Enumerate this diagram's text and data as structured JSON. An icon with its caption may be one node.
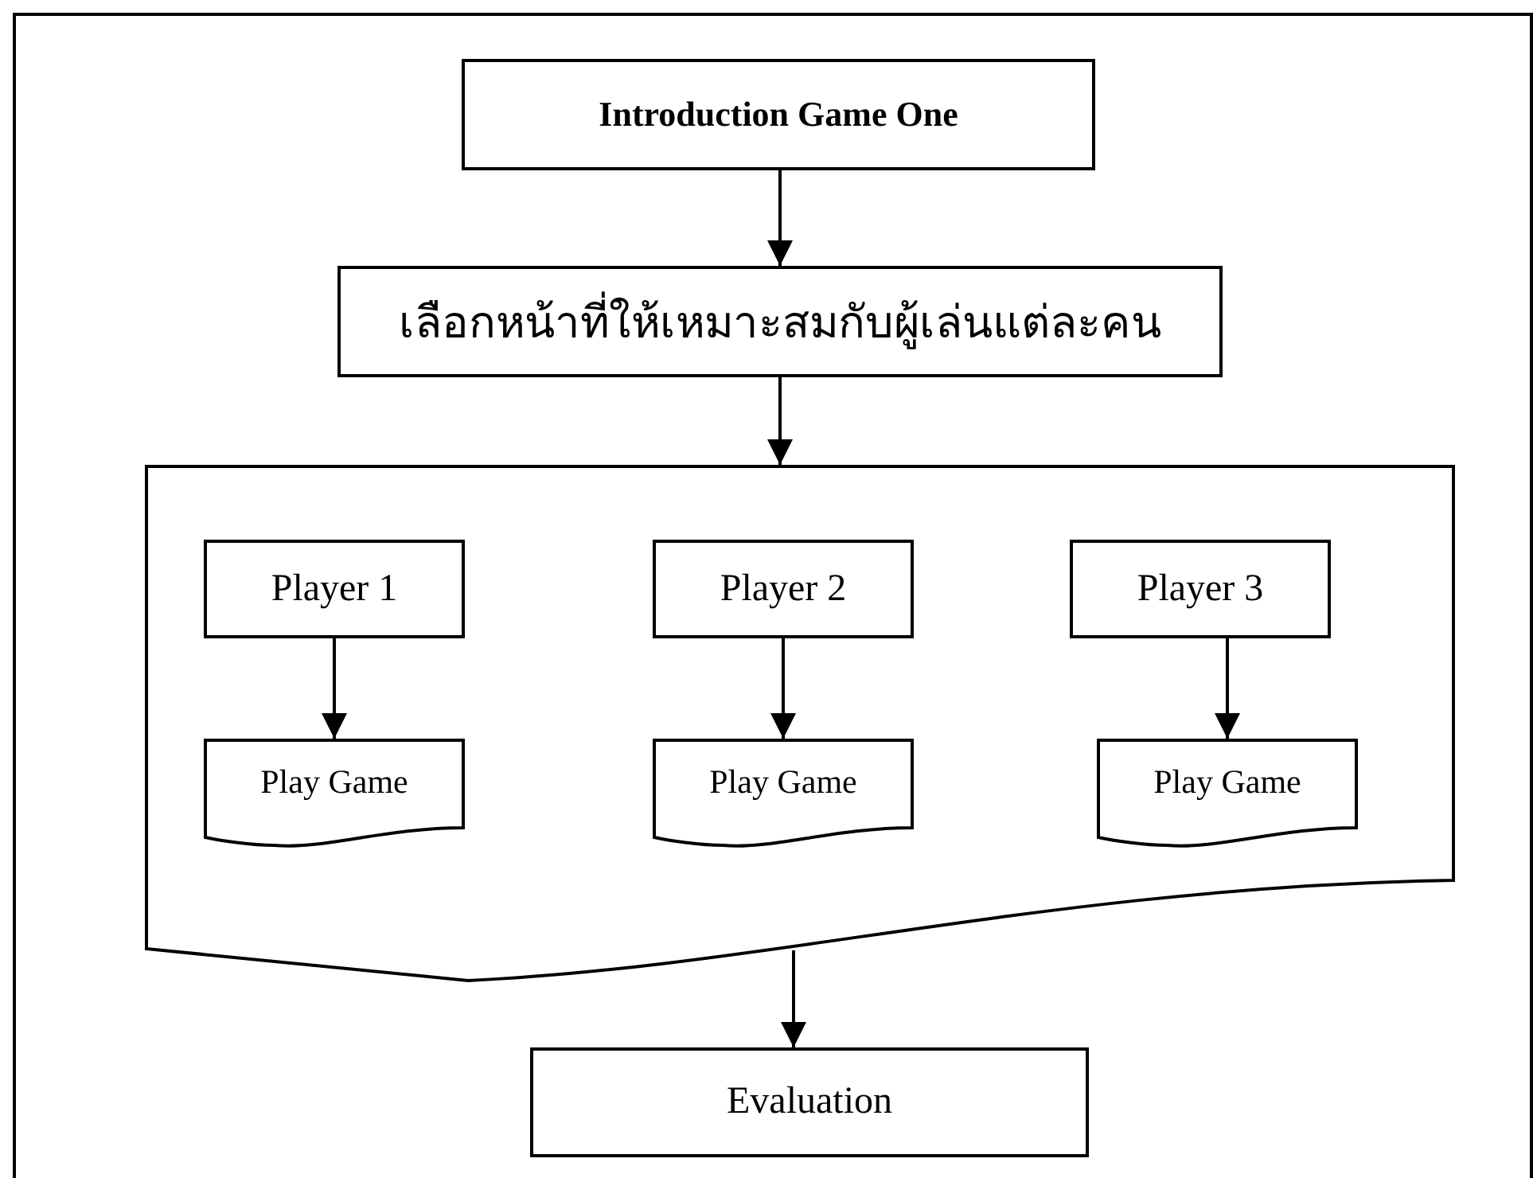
{
  "diagram": {
    "nodes": [
      {
        "text": [
          "Introduction Game One"
        ]
      },
      {
        "text": [
          "เลือกหน้าที่ให้เหมาะสมกับผู้เล่นแต่ละคน"
        ]
      },
      {
        "text": [],
        "shape": "document"
      },
      {
        "text": [
          "Player 1"
        ],
        "in": 2
      },
      {
        "text": [
          "Play Game"
        ],
        "in": 2
      },
      {
        "text": [
          "Player 2"
        ],
        "in": 2
      },
      {
        "text": [
          "Play Game"
        ],
        "in": 2
      },
      {
        "text": [
          "Player 3"
        ],
        "in": 2
      },
      {
        "text": [
          "Play Game"
        ],
        "in": 2
      },
      {
        "text": [
          "Evaluation"
        ]
      }
    ],
    "edges": [
      {
        "from": 0,
        "to": 1,
        "arrow": "to"
      },
      {
        "from": 1,
        "to": 2,
        "arrow": "to"
      },
      {
        "from": 3,
        "to": 4,
        "arrow": "to"
      },
      {
        "from": 5,
        "to": 6,
        "arrow": "to"
      },
      {
        "from": 7,
        "to": 8,
        "arrow": "to"
      },
      {
        "from": 2,
        "to": 9,
        "arrow": "to"
      }
    ]
  }
}
